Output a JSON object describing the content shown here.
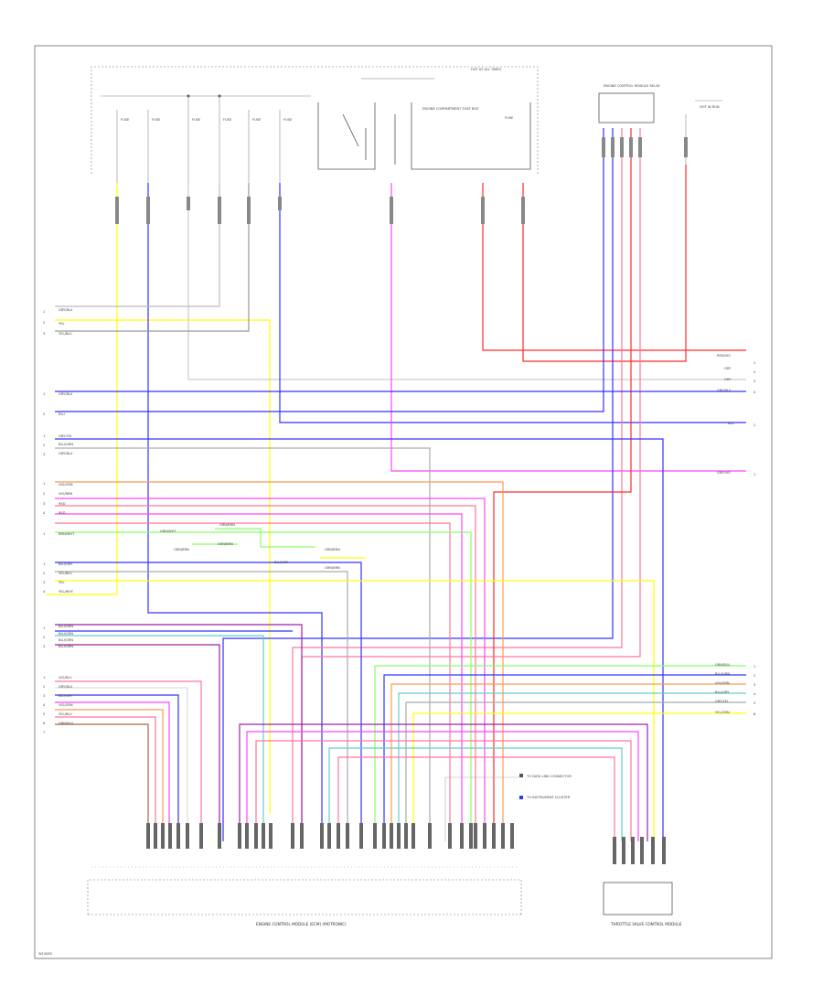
{
  "page_id": "W10082",
  "labels": {
    "fuse_box_title": "HOT AT ALL TIMES",
    "relay_box_text": "ENGINE COMPARTMENT FUSE BOX",
    "right_module_text": "ENGINE CONTROL MODULE RELAY",
    "aux_text": "HOT IN RUN",
    "ecm_name": "ENGINE CONTROL MODULE (ECM) (MOTRONIC)",
    "right_connector_name": "THROTTLE VALVE CONTROL MODULE",
    "note_1": "TO DATA LINK CONNECTOR",
    "note_2": "TO INSTRUMENT CLUSTER"
  },
  "wire_labels": {
    "left": [
      "GRY/BLU",
      "YEL",
      "YEL/BLU",
      "GRY/BLU",
      "BLU",
      "GRY/YEL",
      "BLU/GRN",
      "GRY/BLU",
      "VIO/GRN",
      "VIO/BRN",
      "RED",
      "RED",
      "BRN/WHT",
      "BLU/GRY",
      "YEL/BLU",
      "YEL",
      "YEL/WHT",
      "BLU/GRN",
      "BLU/GRN",
      "BLU/GRN",
      "BLU/GRN",
      "VIO/BLU",
      "GRY/BLU",
      "BLU/GRY",
      "VIO/GRN",
      "YEL/BLU",
      "GRN/BLU"
    ],
    "right": [
      "RED/VIO",
      "GRY",
      "GRY",
      "GRY/BLU",
      "BLU",
      "GRY/VIO",
      "GRN/BLU",
      "BLU/GRN",
      "VIO/GRN",
      "BLU/GRY",
      "GRY/YEL",
      "YEL/GRN"
    ],
    "center": [
      "GRN/BRN",
      "GRN/WHT",
      "GRN/BRN",
      "GRN/BRN",
      "BLU/GRY",
      "GRN/BRN",
      "GRN/BRN"
    ]
  },
  "colors": {
    "red": "#ff2a2a",
    "blue": "#3333ff",
    "yellow": "#ffff00",
    "magenta": "#ff44ff",
    "pink": "#ff7799",
    "green": "#88ff66",
    "gray": "#aaaaaa",
    "violet": "#a020a0",
    "orange": "#ff9955",
    "teal": "#66cccc",
    "brown": "#aa6644"
  }
}
